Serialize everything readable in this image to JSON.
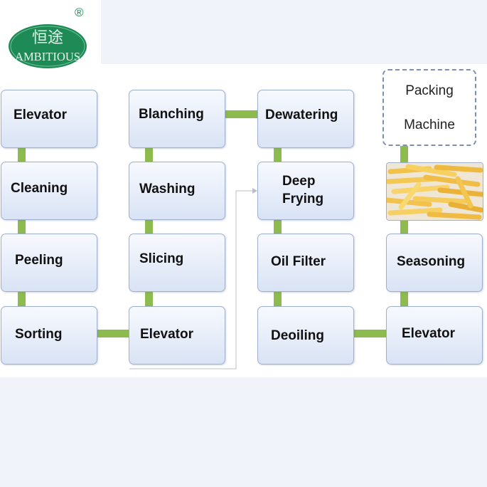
{
  "logo": {
    "chinese": "恒途",
    "english": "AMBITIOUS",
    "registered": "®"
  },
  "steps": {
    "elevator_1": "Elevator",
    "cleaning": "Cleaning",
    "peeling": "Peeling",
    "sorting": "Sorting",
    "blanching": "Blanching",
    "washing": "Washing",
    "slicing": "Slicing",
    "elevator_2": "Elevator",
    "dewatering": "Dewatering",
    "deep_frying_line1": "Deep",
    "deep_frying_line2": "Frying",
    "oil_filter": "Oil Filter",
    "deoiling": "Deoiling",
    "seasoning": "Seasoning",
    "elevator_3": "Elevator",
    "packing_line1": "Packing",
    "packing_line2": "Machine"
  },
  "colors": {
    "connector": "#8dbb4e",
    "box_border": "#9fb0cf",
    "logo_green": "#1e8a55"
  }
}
